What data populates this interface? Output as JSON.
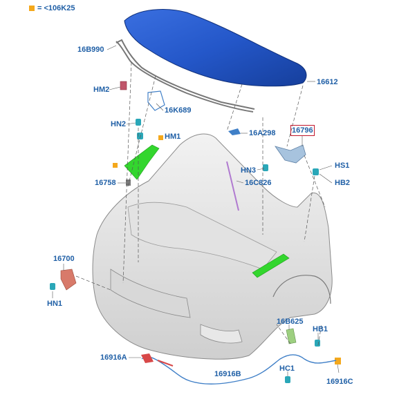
{
  "legend": {
    "marker_color": "#f4a81c",
    "text": "= <106K25"
  },
  "colors": {
    "label": "#1f5fa6",
    "hood": "#2457c9",
    "highlight": "#33d62e",
    "clip": "#2aa7b8",
    "boxed_outline": "#c0152a"
  },
  "callouts": {
    "c16B990": "16B990",
    "c16612": "16612",
    "cHM2": "HM2",
    "c16K689": "16K689",
    "cHN2": "HN2",
    "cHM1": "HM1",
    "c16A298": "16A298",
    "c16796": "16796",
    "cHN3": "HN3",
    "cHS1": "HS1",
    "cHB2": "HB2",
    "c16758": "16758",
    "c16C826": "16C826",
    "c16700": "16700",
    "cHN1": "HN1",
    "c16B625": "16B625",
    "cHB1": "HB1",
    "c16916A": "16916A",
    "c16916B": "16916B",
    "cHC1": "HC1",
    "c16916C": "16916C"
  }
}
